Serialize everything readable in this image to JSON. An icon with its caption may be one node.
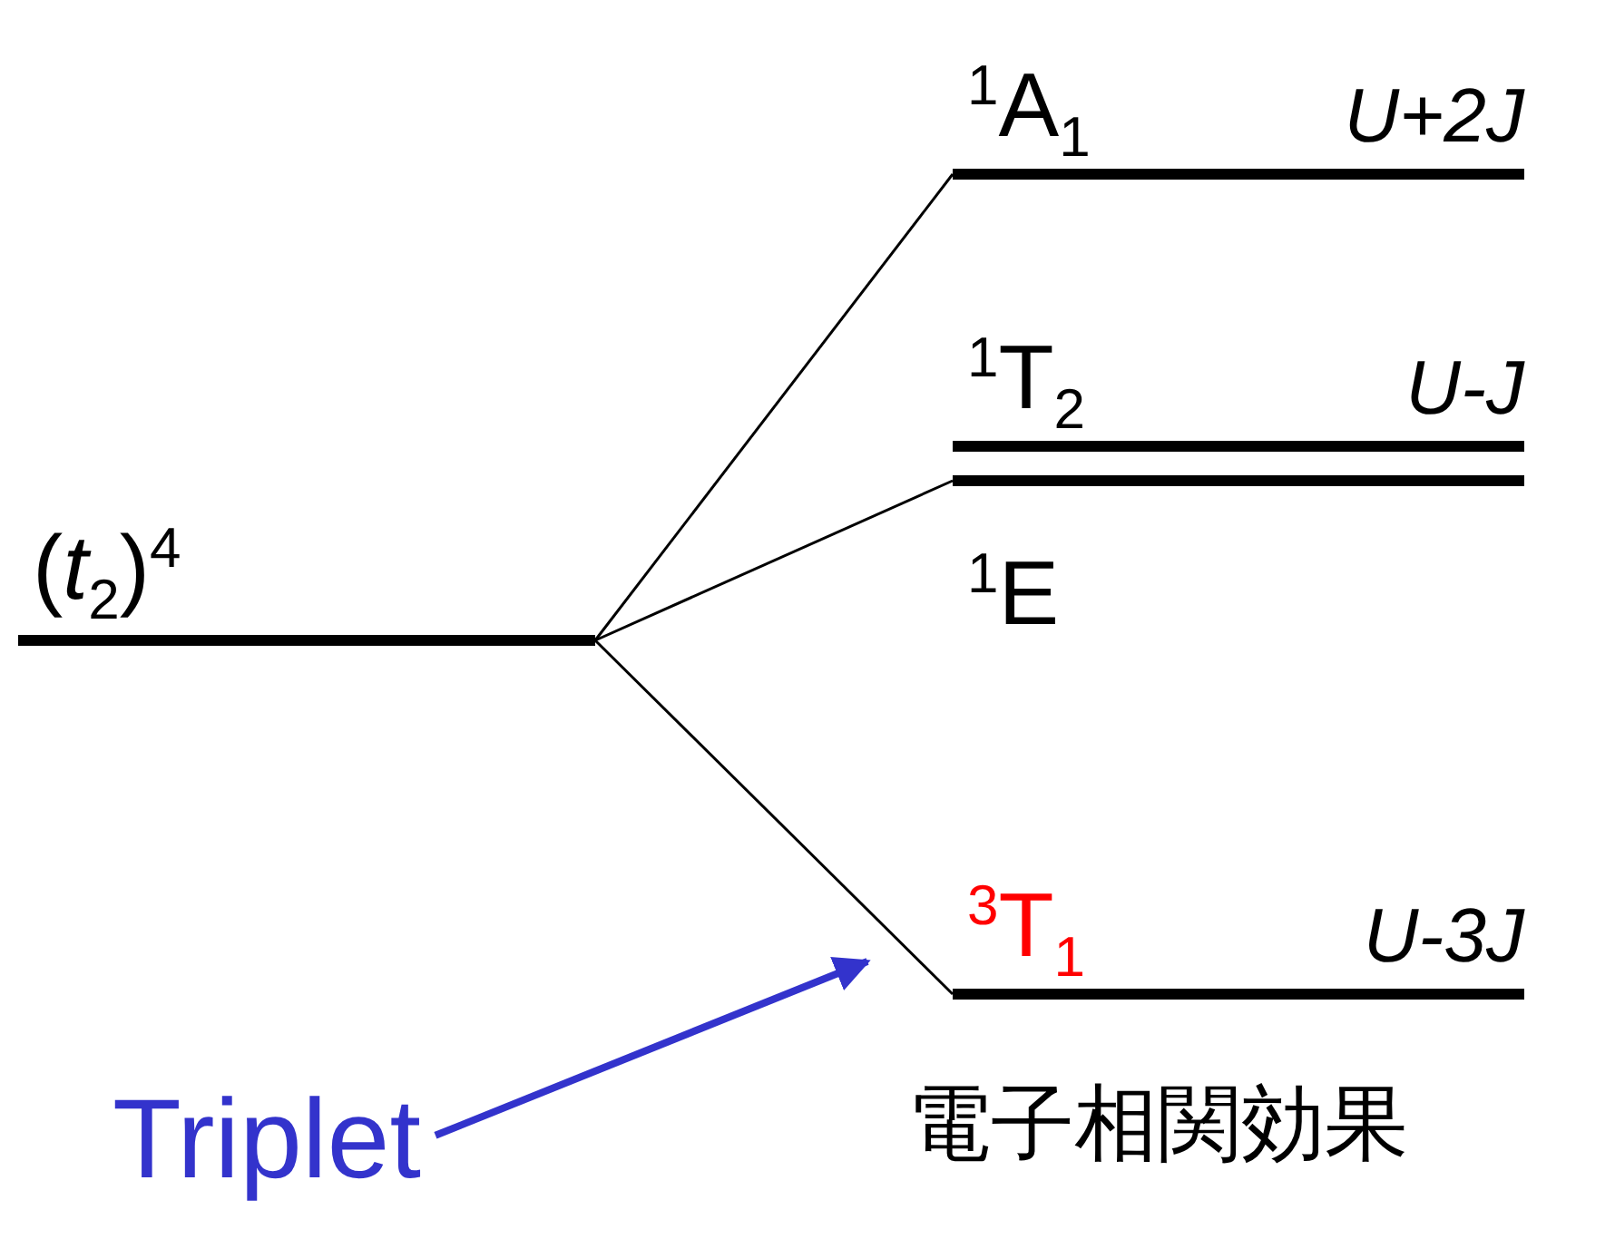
{
  "diagram": {
    "nodes": [
      {
        "text": [
          "(*t*$_{2}$)$^{4}$"
        ]
      },
      {
        "text": [
          "$^{1}$A$_{1}$",
          "U+2J"
        ]
      },
      {
        "text": [
          "$^{1}$T$_{2}$",
          "U-J"
        ]
      },
      {
        "text": [
          "$^{1}$E"
        ]
      },
      {
        "text": [
          "$^{3}$T$_{1}$",
          "U-3J"
        ]
      },
      {
        "text": [
          "Triplet"
        ]
      }
    ],
    "edges": [
      {
        "from": 0,
        "to": 1,
        "arrow": "none"
      },
      {
        "from": 0,
        "to": 3,
        "arrow": "none"
      },
      {
        "from": 0,
        "to": 4,
        "arrow": "none"
      },
      {
        "from": 5,
        "to": null,
        "arrow": "to",
        "style": "thick",
        "color": "#3333cc"
      }
    ],
    "labels": [
      "電子相関効果"
    ]
  }
}
